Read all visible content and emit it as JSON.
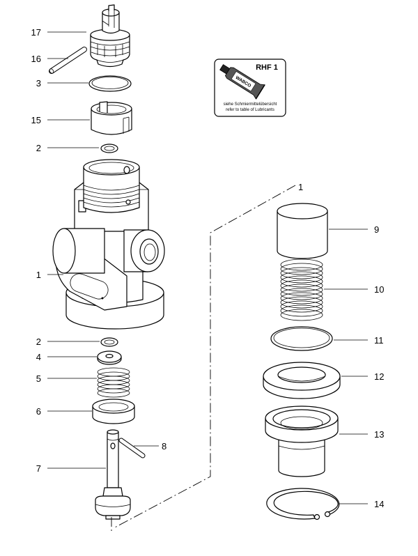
{
  "callouts": {
    "p17": "17",
    "p16": "16",
    "p3": "3",
    "p15": "15",
    "p2_upper": "2",
    "p1": "1",
    "p2_lower": "2",
    "p4": "4",
    "p5": "5",
    "p6": "6",
    "p7": "7",
    "p8": "8",
    "p9": "9",
    "p10": "10",
    "p11": "11",
    "p12": "12",
    "p13": "13",
    "p14": "14",
    "group_1": "1"
  },
  "lubricant_note": {
    "code": "RHF 1",
    "tube_label": "WABCO",
    "line_de": "siehe Schmiermittelübersicht",
    "line_en": "refer to table of Lubricants"
  }
}
